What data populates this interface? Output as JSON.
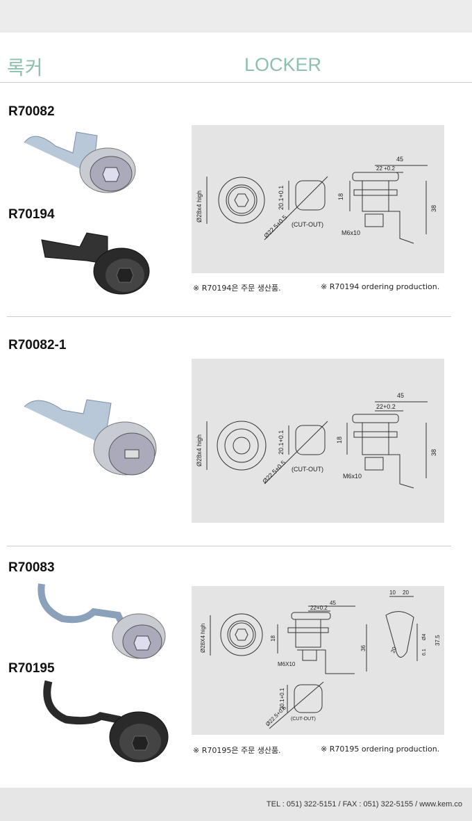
{
  "header": {
    "title_kr": "록커",
    "title_en": "LOCKER"
  },
  "sections": [
    {
      "codes": [
        "R70082",
        "R70194"
      ],
      "drawing": {
        "dia": "Ø28x4 high",
        "sq": "20.1+0.1",
        "diag": "Ø22.5+0.5",
        "cutout": "(CUT-OUT)",
        "w45": "45",
        "w22": "22 +0.2",
        "h18": "18",
        "h38": "38",
        "bolt": "M6x10"
      },
      "note_kr": "※ R70194은 주문 생산품.",
      "note_en": "※ R70194 ordering production."
    },
    {
      "codes": [
        "R70082-1"
      ],
      "drawing": {
        "dia": "Ø28x4 high",
        "sq": "20.1+0.1",
        "diag": "Ø22.5+0.5",
        "cutout": "(CUT-OUT)",
        "w45": "45",
        "w22": "22+0.2",
        "h18": "18",
        "h38": "38",
        "bolt": "M6x10"
      }
    },
    {
      "codes": [
        "R70083",
        "R70195"
      ],
      "drawing": {
        "dia": "Ø28X4 high",
        "sq": "20.1+0.1",
        "diag": "Ø22.5+0.5",
        "cutout": "(CUT-OUT)",
        "w45": "45",
        "w22": "22+0.2",
        "h18": "18",
        "h36": "36",
        "bolt": "M6X10",
        "w10": "10",
        "w20": "20",
        "h375": "37.5",
        "h4": "Ø4",
        "h61": "6.1",
        "a20": "20"
      },
      "note_kr": "※ R70195은 주문 생산품.",
      "note_en": "※ R70195 ordering production."
    }
  ],
  "footer": {
    "contact": "TEL : 051) 322-5151 / FAX : 051) 322-5155 / www.kem.co"
  },
  "colors": {
    "accent": "#8dc0ae",
    "panel": "#e4e4e4"
  }
}
